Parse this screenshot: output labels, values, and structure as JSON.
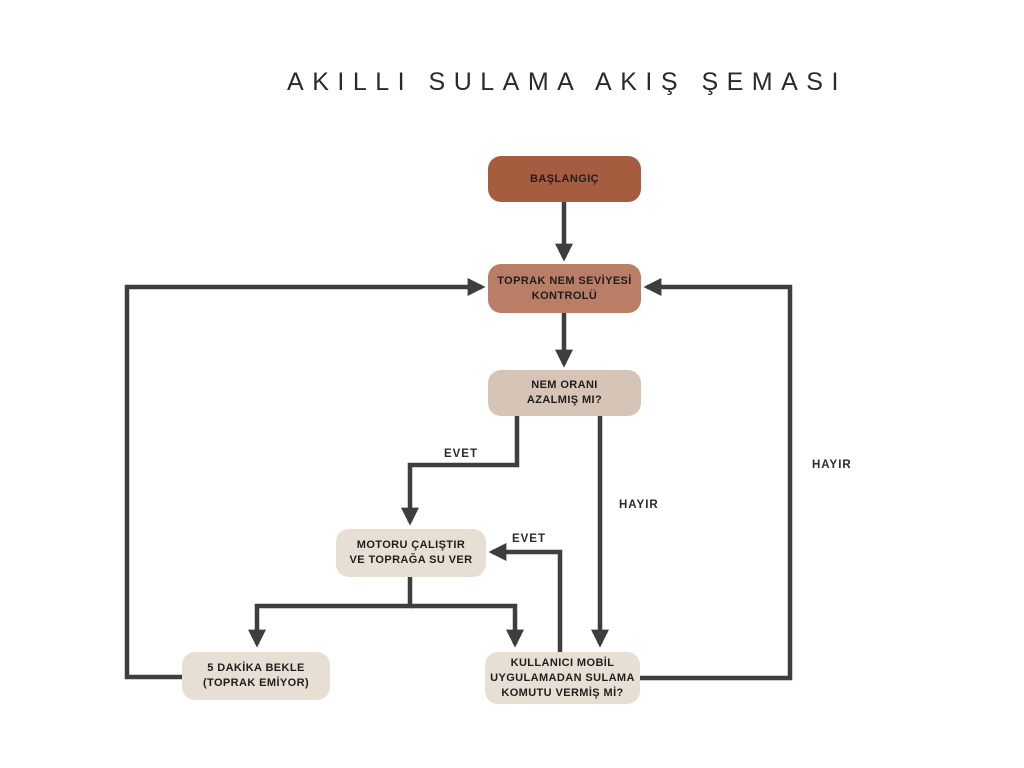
{
  "title": "AKILLI SULAMA AKIŞ ŞEMASI",
  "colors": {
    "background": "#FFFFFF",
    "line": "#3E3E3E",
    "node_text": "#1E1E1E",
    "label_text": "#2B2B2B",
    "title_text": "#2A2A2A",
    "start_fill": "#A65C3E",
    "control_fill": "#B97E65",
    "decision_fill": "#D6C5B6",
    "action_fill": "#E8DFD4"
  },
  "nodes": {
    "start": {
      "lines": [
        "BAŞLANGIÇ"
      ]
    },
    "soil_check": {
      "lines": [
        "TOPRAK NEM SEVİYESİ",
        "KONTROLÜ"
      ]
    },
    "moisture_decision": {
      "lines": [
        "NEM ORANI",
        "AZALMIŞ MI?"
      ]
    },
    "run_motor": {
      "lines": [
        "MOTORU ÇALIŞTIR",
        "VE TOPRAĞA SU VER"
      ]
    },
    "wait_5min": {
      "lines": [
        "5 DAKİKA BEKLE",
        "(TOPRAK EMİYOR)"
      ]
    },
    "app_command": {
      "lines": [
        "KULLANICI MOBİL",
        "UYGULAMADAN SULAMA",
        "KOMUTU VERMİŞ Mİ?"
      ]
    }
  },
  "edge_labels": {
    "evet_to_motor": "EVET",
    "hayir_to_app": "HAYIR",
    "evet_return": "EVET",
    "hayir_loop": "HAYIR"
  }
}
